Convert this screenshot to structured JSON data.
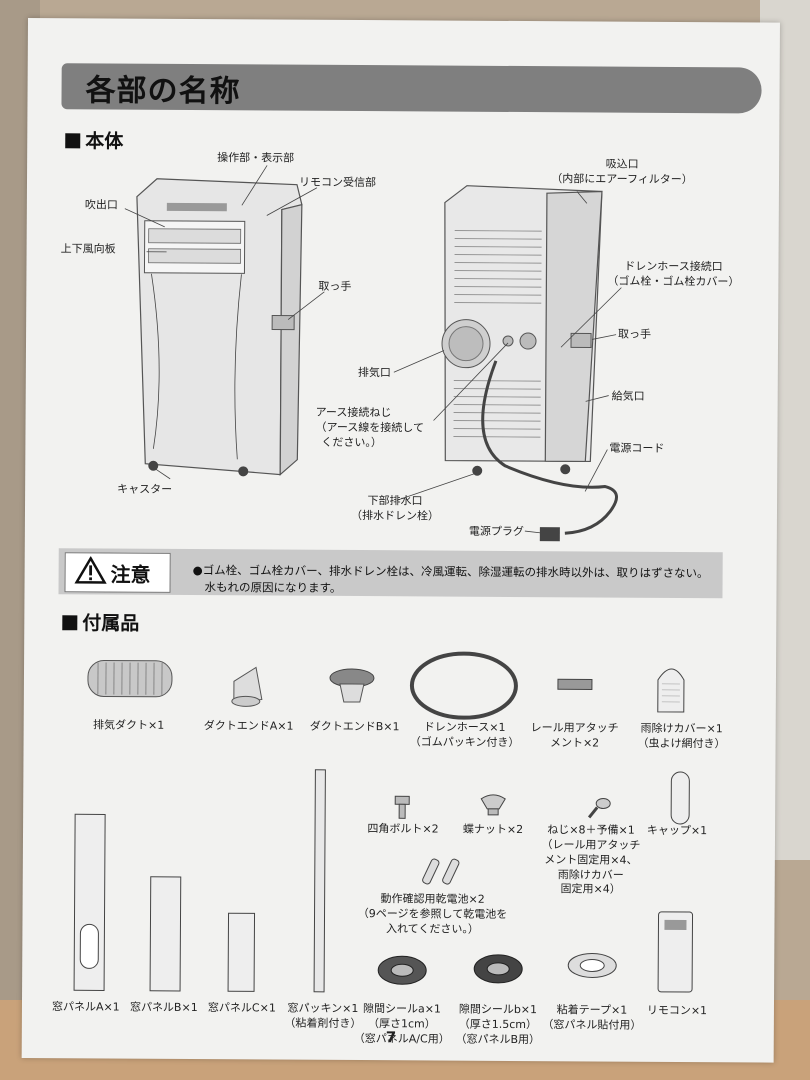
{
  "page": {
    "title": "各部の名称",
    "page_number": "7"
  },
  "body_section": {
    "heading": "本体",
    "front_labels": {
      "control_panel": "操作部・表示部",
      "remote_receiver": "リモコン受信部",
      "outlet": "吹出口",
      "louver": "上下風向板",
      "handle": "取っ手",
      "caster": "キャスター"
    },
    "back_labels": {
      "intake_top_1": "吸込口",
      "intake_top_2": "（内部にエアーフィルター）",
      "drain_hose_1": "ドレンホース接続口",
      "drain_hose_2": "（ゴム栓・ゴム栓カバー）",
      "handle": "取っ手",
      "exhaust": "排気口",
      "supply": "給気口",
      "ground_1": "アース接続ねじ",
      "ground_2": "（アース線を接続して",
      "ground_3": "ください。）",
      "power_cord": "電源コード",
      "bottom_drain_1": "下部排水口",
      "bottom_drain_2": "（排水ドレン栓）",
      "power_plug": "電源プラグ"
    }
  },
  "caution": {
    "heading": "注意",
    "line1": "●ゴム栓、ゴム栓カバー、排水ドレン栓は、冷風運転、除湿運転の排水時以外は、取りはずさない。",
    "line2": "水もれの原因になります。"
  },
  "accessories": {
    "heading": "付属品",
    "items": [
      {
        "label": "排気ダクト×1"
      },
      {
        "label": "ダクトエンドA×1"
      },
      {
        "label": "ダクトエンドB×1"
      },
      {
        "label": "ドレンホース×1",
        "sub": "（ゴムパッキン付き）"
      },
      {
        "label": "レール用アタッチ",
        "sub": "メント×2"
      },
      {
        "label": "雨除けカバー×1",
        "sub": "（虫よけ網付き）"
      },
      {
        "label": "四角ボルト×2"
      },
      {
        "label": "蝶ナット×2"
      },
      {
        "label": "ねじ×8＋予備×1",
        "sub": "（レール用アタッチ",
        "sub2": "メント固定用×4、",
        "sub3": "雨除けカバー",
        "sub4": "固定用×4）"
      },
      {
        "label": "キャップ×1"
      },
      {
        "label": "動作確認用乾電池×2",
        "sub": "（9ページを参照して乾電池を",
        "sub2": "入れてください。）"
      },
      {
        "label": "窓パネルA×1"
      },
      {
        "label": "窓パネルB×1"
      },
      {
        "label": "窓パネルC×1"
      },
      {
        "label": "窓パッキン×1",
        "sub": "（粘着剤付き）"
      },
      {
        "label": "隙間シールa×1",
        "sub": "（厚さ1cm）",
        "sub2": "（窓パネルA/C用）"
      },
      {
        "label": "隙間シールb×1",
        "sub": "（厚さ1.5cm）",
        "sub2": "（窓パネルB用）"
      },
      {
        "label": "粘着テープ×1",
        "sub": "（窓パネル貼付用）"
      },
      {
        "label": "リモコン×1"
      }
    ]
  },
  "icons": [
    "warning-triangle-icon"
  ],
  "colors": {
    "title_bar": "#7f7f7f",
    "caution_bar": "#c9c9c9",
    "paper": "#f2f2f0"
  }
}
